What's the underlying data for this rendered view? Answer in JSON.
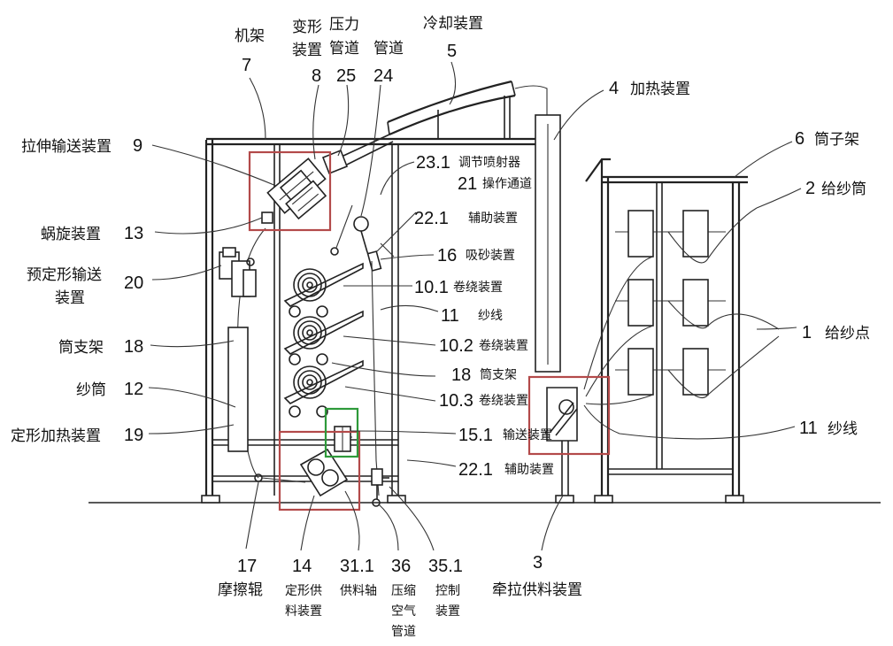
{
  "colors": {
    "ink": "#222222",
    "highlight_red": "#b34a4a",
    "highlight_green": "#2e9a3a",
    "background": "#ffffff"
  },
  "labels": {
    "frame": {
      "num": "7",
      "text": "机架"
    },
    "deform": {
      "num": "8",
      "text": "变形装置",
      "text_l1": "变形",
      "text_l2": "装置"
    },
    "pressure_pipe": {
      "num": "25",
      "text": "压力管道",
      "text_l1": "压力",
      "text_l2": "管道"
    },
    "pipe": {
      "num": "24",
      "text": "管道"
    },
    "cooling": {
      "num": "5",
      "text": "冷却装置"
    },
    "heating": {
      "num": "4",
      "text": "加热装置"
    },
    "creel": {
      "num": "6",
      "text": "筒子架"
    },
    "supply_bobbin": {
      "num": "2",
      "text": "给纱筒"
    },
    "supply_point": {
      "num": "1",
      "text": "给纱点"
    },
    "yarn_right": {
      "num": "11",
      "text": "纱线"
    },
    "stretch_convey": {
      "num": "9",
      "text": "拉伸输送装置"
    },
    "spiral": {
      "num": "13",
      "text": "蜗旋装置"
    },
    "preset_convey": {
      "num": "20",
      "text": "预定形输送装置",
      "text_l1": "预定形输送",
      "text_l2": "装置"
    },
    "tube_holder_left": {
      "num": "18",
      "text": "筒支架"
    },
    "bobbin": {
      "num": "12",
      "text": "纱筒"
    },
    "setting_heater": {
      "num": "19",
      "text": "定形加热装置"
    },
    "adjust_injector": {
      "num": "23.1",
      "text": "调节喷射器"
    },
    "op_channel": {
      "num": "21",
      "text": "操作通道"
    },
    "aux_upper": {
      "num": "22.1",
      "text": "辅助装置"
    },
    "suction": {
      "num": "16",
      "text": "吸砂装置"
    },
    "winding_1": {
      "num": "10.1",
      "text": "卷绕装置"
    },
    "yarn_mid": {
      "num": "11",
      "text": "纱线"
    },
    "winding_2": {
      "num": "10.2",
      "text": "卷绕装置"
    },
    "tube_holder_mid": {
      "num": "18",
      "text": "筒支架"
    },
    "winding_3": {
      "num": "10.3",
      "text": "卷绕装置"
    },
    "convey": {
      "num": "15.1",
      "text": "输送装置"
    },
    "aux_lower": {
      "num": "22.1",
      "text": "辅助装置"
    },
    "friction_roller": {
      "num": "17",
      "text": "摩擦辊"
    },
    "setting_feed": {
      "num": "14",
      "text": "定形供料装置",
      "text_l1": "定形供",
      "text_l2": "料装置"
    },
    "feed_shaft": {
      "num": "31.1",
      "text": "供料轴"
    },
    "compressed_air": {
      "num": "36",
      "text": "压缩空气管道",
      "text_l1": "压缩",
      "text_l2": "空气",
      "text_l3": "管道"
    },
    "control": {
      "num": "35.1",
      "text": "控制装置",
      "text_l1": "控制",
      "text_l2": "装置"
    },
    "draw_feed": {
      "num": "3",
      "text": "牵拉供料装置"
    }
  }
}
